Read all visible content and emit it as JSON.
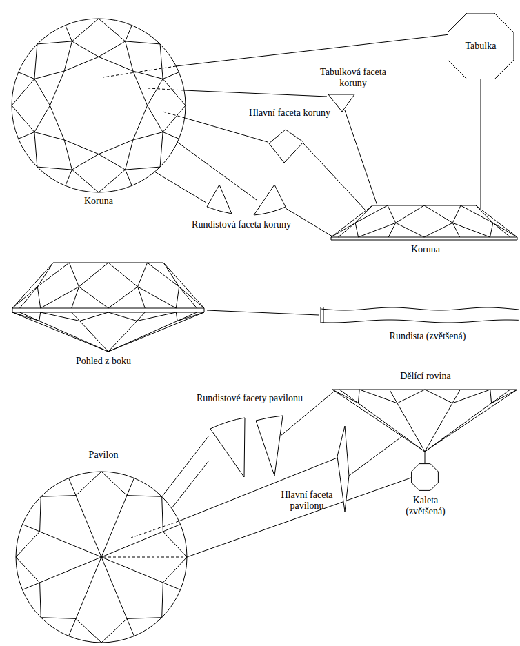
{
  "diagram": {
    "nodes": [
      {
        "text": [
          "Tabulka"
        ]
      }
    ],
    "labels": [
      "Tabulková faceta koruny",
      "Hlavní faceta koruny",
      "Koruna",
      "Rundistová faceta koruny",
      "Koruna",
      "Pohled z boku",
      "Rundista (zvětšená)",
      "Dělící rovina",
      "Rundistové facety pavilonu",
      "Pavilon",
      "Hlavní faceta pavilonu",
      "Kaleta (zvětšená)"
    ]
  }
}
